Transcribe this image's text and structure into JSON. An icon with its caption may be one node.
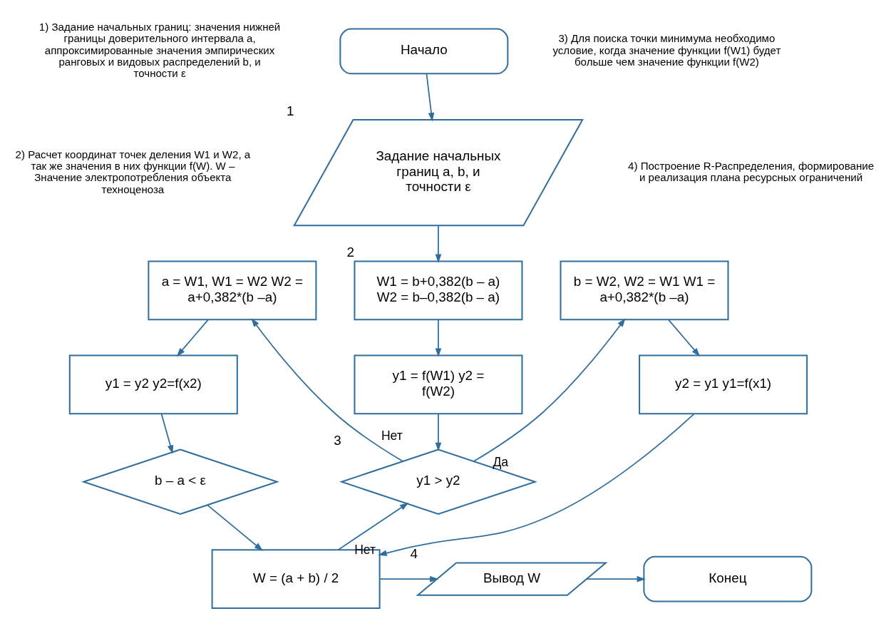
{
  "diagram": {
    "nodes": [
      {
        "text": [
          "Начало"
        ]
      },
      {
        "text": [
          "Задание начальных границ a, b, и точности ε"
        ],
        "beside": [
          "1"
        ]
      },
      {
        "text": [
          "W1 = b+0,382(b – a) W2 = b–0,382(b – a)"
        ],
        "beside": [
          "2"
        ]
      },
      {
        "text": [
          "y1 = f(W1) y2 = f(W2)"
        ]
      },
      {
        "text": [
          "y1 > y2"
        ],
        "beside": [
          "3"
        ]
      },
      {
        "text": [
          "a = W1, W1 = W2 W2 = a+0,382*(b –a)"
        ]
      },
      {
        "text": [
          "y1 = y2 y2=f(x2)"
        ]
      },
      {
        "text": [
          "b – a < ε"
        ]
      },
      {
        "text": [
          "b = W2, W2 = W1 W1 = a+0,382*(b –a)"
        ]
      },
      {
        "text": [
          "y2 = y1 y1=f(x1)"
        ]
      },
      {
        "text": [
          "W = (a + b) / 2"
        ]
      },
      {
        "text": [
          "Вывод W"
        ],
        "beside": [
          "4"
        ]
      },
      {
        "text": [
          "Конец"
        ]
      }
    ],
    "edges": [
      {
        "from": 0,
        "to": 1,
        "arrow": "to"
      },
      {
        "from": 1,
        "to": 2,
        "arrow": "to"
      },
      {
        "from": 2,
        "to": 3,
        "arrow": "to"
      },
      {
        "from": 3,
        "to": 4,
        "arrow": "to"
      },
      {
        "from": 4,
        "to": 5,
        "arrow": "to",
        "label": "Нет"
      },
      {
        "from": 4,
        "to": 8,
        "arrow": "to",
        "label": "Да"
      },
      {
        "from": 5,
        "to": 6,
        "arrow": "to"
      },
      {
        "from": 6,
        "to": 7,
        "arrow": "to"
      },
      {
        "from": 7,
        "to": 10,
        "arrow": "to"
      },
      {
        "from": 8,
        "to": 9,
        "arrow": "to"
      },
      {
        "from": 9,
        "to": 10,
        "arrow": "to"
      },
      {
        "from": 10,
        "to": 4,
        "arrow": "to",
        "label": "Нет"
      },
      {
        "from": 10,
        "to": 11,
        "arrow": "to"
      },
      {
        "from": 11,
        "to": 12,
        "arrow": "to"
      }
    ],
    "labels": [
      "1) Задание начальных границ: значения нижней границы доверительного интервала a, аппроксимированные значения эмпирических ранговых и видовых распределений b, и точности ε",
      "3) Для поиска точки минимума необходимо условие, когда значение функции f(W1) будет больше чем значение функции f(W2)",
      "2) Расчет координат точек деления W1 и W2, а так же значения в них функции f(W). W – Значение электропотребления объекта техноценоза",
      "4) Построение R-Распределения, формирование и реализация плана ресурсных ограничений"
    ]
  }
}
